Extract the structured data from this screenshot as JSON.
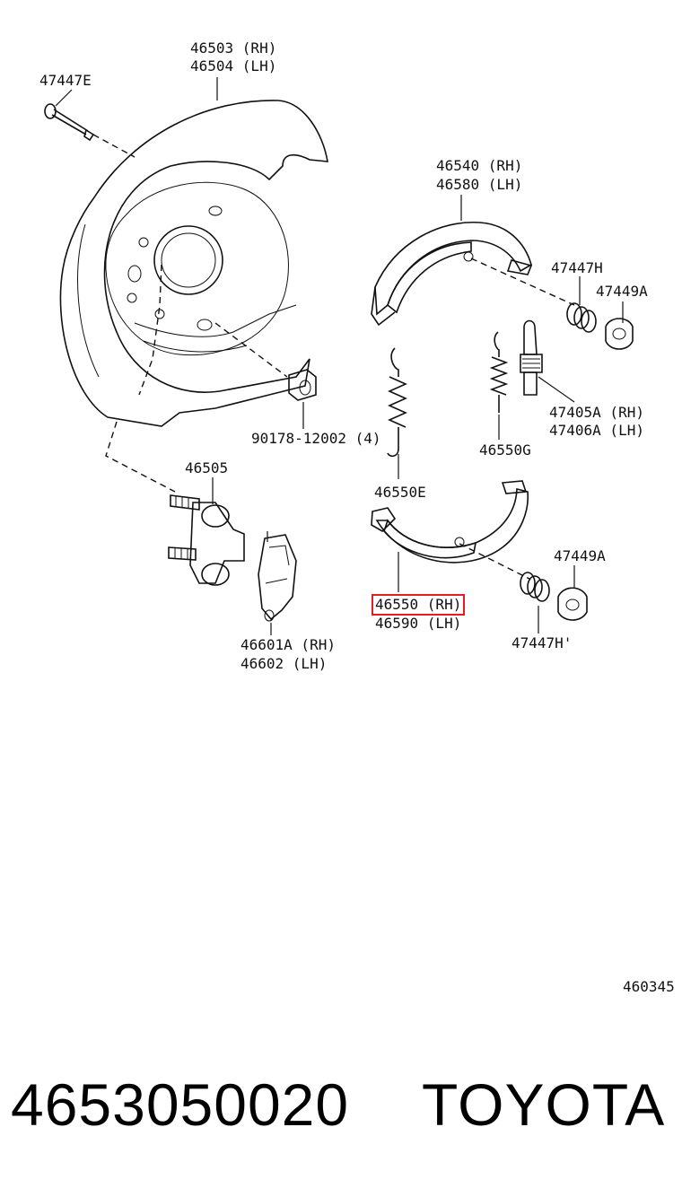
{
  "labels": {
    "backing_plate_rh": "46503 (RH)",
    "backing_plate_lh": "46504 (LH)",
    "pin_47447e": "47447E",
    "shoe_rh": "46540 (RH)",
    "shoe_lh": "46580 (LH)",
    "spring_47447h": "47447H",
    "cup_47449a_top": "47449A",
    "adjuster_rh": "47405A (RH)",
    "adjuster_lh": "47406A (LH)",
    "spring_46550g": "46550G",
    "plug_90178": "90178-12002 (4)",
    "strut_46505": "46505",
    "spring_46550e": "46550E",
    "cup_47449a_bottom": "47449A",
    "shoe2_rh": "46550 (RH)",
    "shoe2_lh": "46590 (LH)",
    "spring_47447h_bottom": "47447H'",
    "lever_rh": "46601A (RH)",
    "lever_lh": "46602   (LH)",
    "figure_number": "460345"
  },
  "footer": {
    "part_number": "4653050020",
    "brand": "TOYOTA"
  },
  "highlight_color": "#e02020"
}
